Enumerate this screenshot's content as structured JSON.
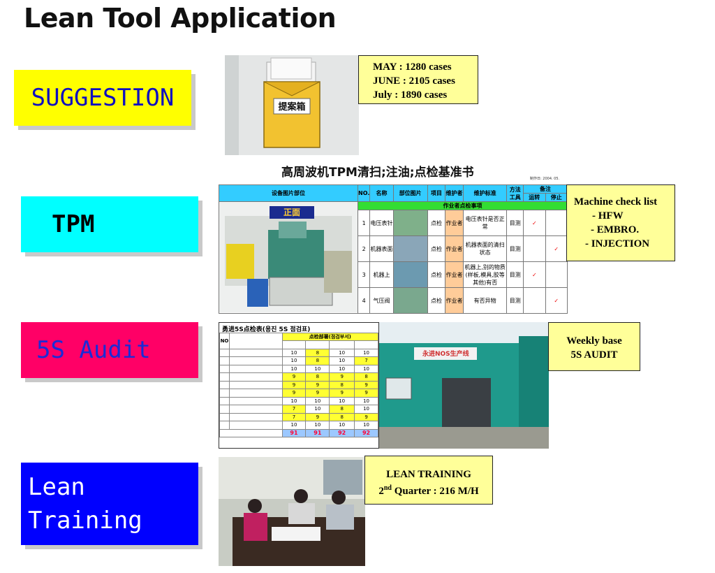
{
  "page": {
    "title": "Lean Tool Application"
  },
  "sections": {
    "suggestion": {
      "label": "SUGGESTION",
      "box_label": "提案箱",
      "stats": [
        "MAY : 1280 cases",
        "JUNE : 2105 cases",
        "July : 1890 cases"
      ]
    },
    "tpm": {
      "label": "TPM",
      "sheet_title": "高周波机TPM清扫;注油;点检基准书",
      "sheet_date": "制作日: 2004. 05.",
      "front_label": "正面",
      "headers": [
        "设备图片部位",
        "NO.",
        "名称",
        "部位图片",
        "项目",
        "维护者",
        "维护标准",
        "方法工具",
        "备注"
      ],
      "sub_headers": [
        "运转",
        "停止"
      ],
      "band": "作业者点检事项",
      "rows": [
        {
          "no": "1",
          "name": "电压表针",
          "item": "点检",
          "who": "作业者",
          "std": "电压表针是否正常",
          "tool": "目测",
          "run": "✓",
          "stop": ""
        },
        {
          "no": "2",
          "name": "机器表面",
          "item": "点检",
          "who": "作业者",
          "std": "机器表面的清扫状态",
          "tool": "目测",
          "run": "",
          "stop": "✓"
        },
        {
          "no": "3",
          "name": "机器上",
          "item": "点检",
          "who": "作业者",
          "std": "机器上,别的物质(样板,模具,胶等其他)有否",
          "tool": "目测",
          "run": "✓",
          "stop": ""
        },
        {
          "no": "4",
          "name": "气压阀",
          "item": "点检",
          "who": "作业者",
          "std": "有否异物",
          "tool": "目测",
          "run": "",
          "stop": "✓"
        }
      ],
      "note_title": "Machine check list",
      "note_items": [
        "- HFW",
        "- EMBRO.",
        "- INJECTION"
      ]
    },
    "audit": {
      "label": "5S Audit",
      "sheet_title": "勇进5S点检表(용진 5S 점검표)",
      "col_header": "点检部署(점검부서)",
      "scores": [
        [
          10,
          8,
          10,
          10
        ],
        [
          10,
          8,
          10,
          7
        ],
        [
          10,
          10,
          10,
          10
        ],
        [
          9,
          8,
          9,
          8
        ],
        [
          9,
          9,
          8,
          9
        ],
        [
          9,
          9,
          9,
          9
        ],
        [
          10,
          10,
          10,
          10
        ],
        [
          7,
          10,
          8,
          10
        ],
        [
          7,
          9,
          8,
          9
        ],
        [
          10,
          10,
          10,
          10
        ]
      ],
      "totals": [
        91,
        91,
        92,
        92
      ],
      "sign_text": "永进NOS生产线",
      "note": [
        "Weekly base",
        "5S AUDIT"
      ]
    },
    "training": {
      "label_line1": "Lean",
      "label_line2": "Training",
      "note_title": "LEAN TRAINING",
      "note_line2_prefix": "2",
      "note_line2_sup": "nd",
      "note_line2_rest": " Quarter  : 216 M/H"
    }
  },
  "colors": {
    "suggestion_bg": "#ffff00",
    "tpm_bg": "#00ffff",
    "audit_bg": "#ff0066",
    "training_bg": "#0000ff",
    "note_bg": "#ffff99"
  }
}
